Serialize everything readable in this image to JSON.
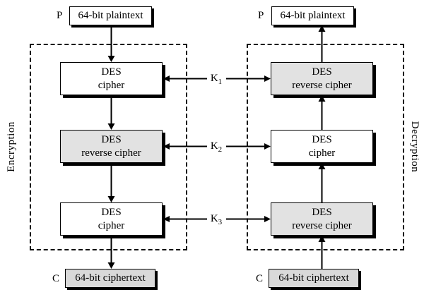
{
  "diagram": {
    "left_section": {
      "title": "Encryption"
    },
    "right_section": {
      "title": "Decryption"
    },
    "io": {
      "p_label": "P",
      "c_label": "C",
      "plaintext": "64-bit plaintext",
      "ciphertext": "64-bit ciphertext"
    },
    "left_stages": [
      {
        "line1": "DES",
        "line2": "cipher",
        "shaded": false
      },
      {
        "line1": "DES",
        "line2": "reverse cipher",
        "shaded": true
      },
      {
        "line1": "DES",
        "line2": "cipher",
        "shaded": false
      }
    ],
    "right_stages": [
      {
        "line1": "DES",
        "line2": "reverse cipher",
        "shaded": true
      },
      {
        "line1": "DES",
        "line2": "cipher",
        "shaded": false
      },
      {
        "line1": "DES",
        "line2": "reverse cipher",
        "shaded": true
      }
    ],
    "keys": [
      {
        "base": "K",
        "sub": "1"
      },
      {
        "base": "K",
        "sub": "2"
      },
      {
        "base": "K",
        "sub": "3"
      }
    ],
    "colors": {
      "box_white": "#ffffff",
      "box_shaded": "#e2e2e2",
      "io_gray": "#d9d9d9",
      "shadow": "#000000",
      "line": "#000000"
    }
  }
}
